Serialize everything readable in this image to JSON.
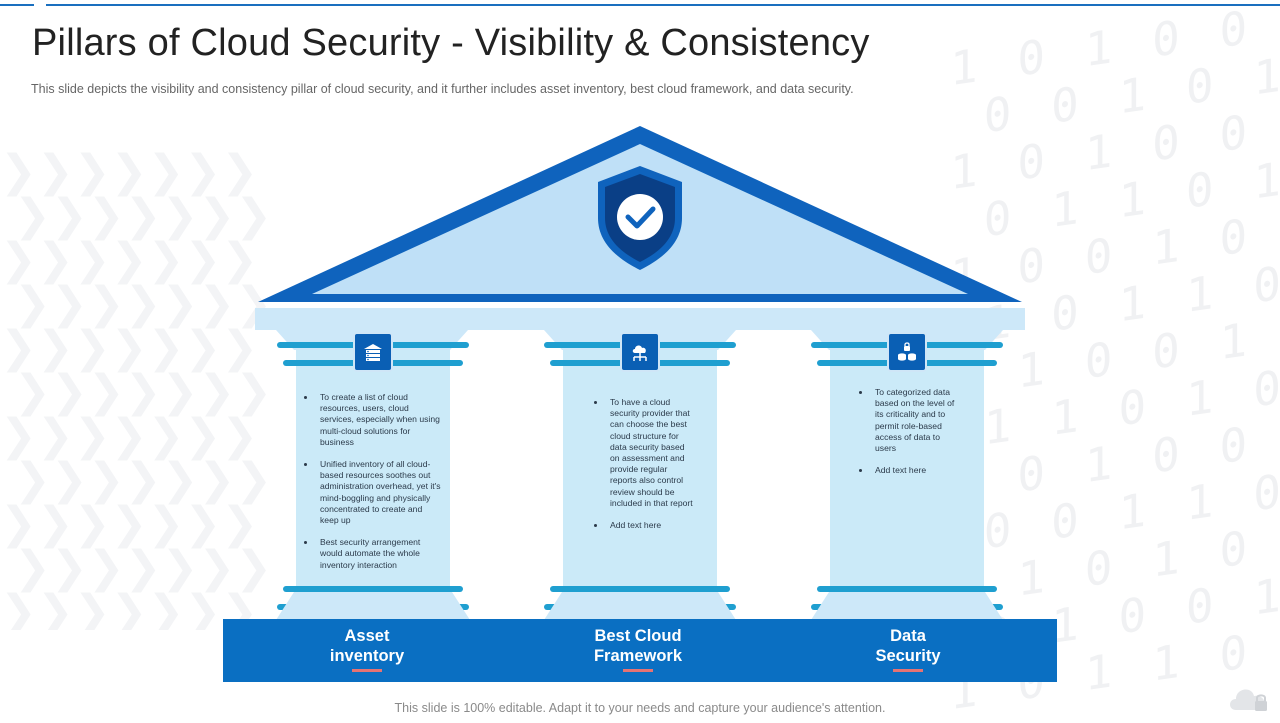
{
  "slide": {
    "title": "Pillars of Cloud Security - Visibility & Consistency",
    "subtitle": "This slide depicts the visibility and consistency pillar of cloud security, and it further includes asset inventory,  best cloud framework,  and data security.",
    "footer": "This slide is 100% editable. Adapt it to your needs and capture your audience's attention."
  },
  "roof": {
    "icon": "shield-check-icon"
  },
  "pillars": [
    {
      "icon": "server-building-icon",
      "label_line1": "Asset",
      "label_line2": "inventory",
      "bullets": [
        "To create a list of cloud resources, users, cloud services, especially when using multi-cloud solutions for business",
        "Unified inventory of all cloud-based resources soothes out administration overhead, yet it's mind-boggling and physically concentrated to create and keep up",
        "Best security arrangement would automate the whole inventory interaction"
      ]
    },
    {
      "icon": "cloud-network-icon",
      "label_line1": "Best Cloud",
      "label_line2": "Framework",
      "bullets": [
        "To have a cloud security provider that can choose the best cloud structure for data security based on assessment and provide regular reports also control review should be included in that report",
        "Add text here"
      ]
    },
    {
      "icon": "data-lock-icon",
      "label_line1": "Data",
      "label_line2": "Security",
      "bullets": [
        "To categorized data based on the level of its criticality and to permit role-based access of data to users",
        "Add text here"
      ]
    }
  ],
  "colors": {
    "roof_fill": "#bfe0f7",
    "roof_stroke": "#0f63bd",
    "beam": "#cde8f9",
    "column": "#cbeaf8",
    "ring": "#1f9fd0",
    "base": "#0a6fc2",
    "accent_underline": "#e57373"
  },
  "decor": {
    "corner_icon": "cloud-lock-icon"
  }
}
